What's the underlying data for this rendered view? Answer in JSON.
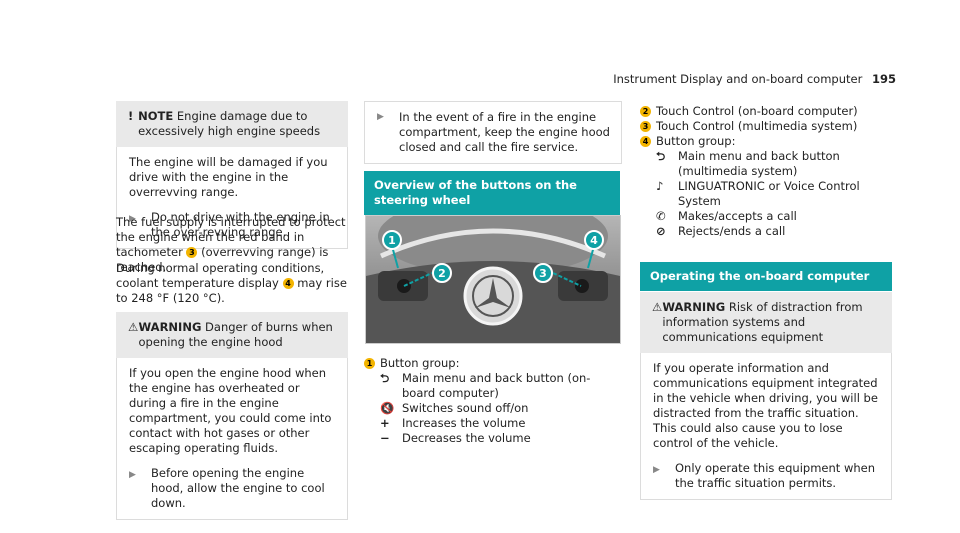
{
  "header": {
    "section": "Instrument Display and on-board computer",
    "page": "195"
  },
  "col1": {
    "note": {
      "icon": "!",
      "title": "NOTE",
      "head_text": "Engine damage due to excessively high engine speeds",
      "body": "The engine will be damaged if you drive with the engine in the overrevving range.",
      "step": "Do not drive with the engine in the over-revving range."
    },
    "para1_a": "The fuel supply is interrupted to protect the engine when the red band in tachometer",
    "para1_badge": "3",
    "para1_b": "(overrevving range) is reached.",
    "para2_a": "During normal operating conditions, coolant temperature display",
    "para2_badge": "4",
    "para2_b": "may rise to 248 °F (120 °C).",
    "warning": {
      "icon": "⚠",
      "title": "WARNING",
      "head_text": "Danger of burns when opening the engine hood",
      "body": "If you open the engine hood when the engine has overheated or during a fire in the engine compartment, you could come into contact with hot gases or other escaping operating fluids.",
      "step": "Before opening the engine hood, allow the engine to cool down."
    }
  },
  "col2": {
    "fire_step": "In the event of a fire in the engine compartment, keep the engine hood closed and call the fire service.",
    "section_title": "Overview of the buttons on the steering wheel",
    "photo_labels": [
      "1",
      "2",
      "3",
      "4"
    ],
    "item1_num": "1",
    "item1_label": "Button group:",
    "item1_subs": [
      {
        "sym": "⮌",
        "text": "Main menu and back button (on-board computer)"
      },
      {
        "sym": "🔇",
        "text": "Switches sound off/on"
      },
      {
        "sym": "+",
        "text": "Increases the volume"
      },
      {
        "sym": "−",
        "text": "Decreases the volume"
      }
    ]
  },
  "col3": {
    "item2": {
      "num": "2",
      "text": "Touch Control (on-board computer)"
    },
    "item3": {
      "num": "3",
      "text": "Touch Control (multimedia system)"
    },
    "item4": {
      "num": "4",
      "text": "Button group:"
    },
    "item4_subs": [
      {
        "sym": "⮌",
        "text": "Main menu and back button (multimedia system)"
      },
      {
        "sym": "♪",
        "text": "LINGUATRONIC or Voice Control System"
      },
      {
        "sym": "✆",
        "text": "Makes/accepts a call"
      },
      {
        "sym": "⊘",
        "text": "Rejects/ends a call"
      }
    ],
    "section_title": "Operating the on-board computer",
    "warning": {
      "icon": "⚠",
      "title": "WARNING",
      "head_text": "Risk of distraction from information systems and communications equipment",
      "body": "If you operate information and communications equipment integrated in the vehicle when driving, you will be distracted from the traffic situation. This could also cause you to lose control of the vehicle.",
      "step": "Only operate this equipment when the traffic situation permits."
    }
  }
}
